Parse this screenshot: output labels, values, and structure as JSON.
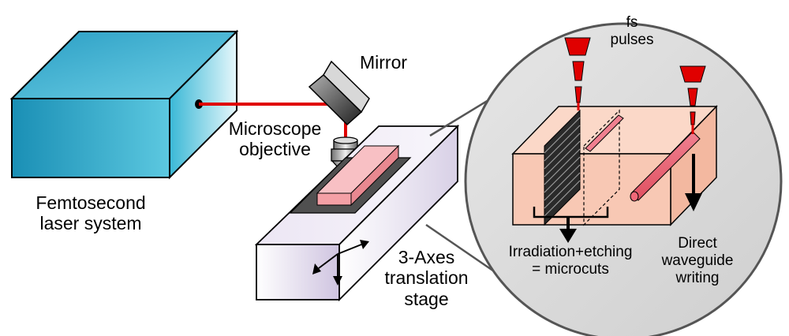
{
  "labels": {
    "laser_line1": "Femtosecond",
    "laser_line2": "laser system",
    "mirror": "Mirror",
    "objective_line1": "Microscope",
    "objective_line2": "objective",
    "stage_line1": "3-Axes",
    "stage_line2": "translation",
    "stage_line3": "stage",
    "pulses_line1": "fs",
    "pulses_line2": "pulses",
    "microcuts_line1": "Irradiation+etching",
    "microcuts_line2": "= microcuts",
    "waveguide_line1": "Direct",
    "waveguide_line2": "waveguide",
    "waveguide_line3": "writing"
  },
  "colors": {
    "laser_box": "#27a9c8",
    "beam": "#e00000",
    "sample": "#f4a0a6",
    "stage": "#e6e0f0",
    "zoom_circle": "#d9d9d9",
    "glass_block": "#f8c8b4"
  }
}
